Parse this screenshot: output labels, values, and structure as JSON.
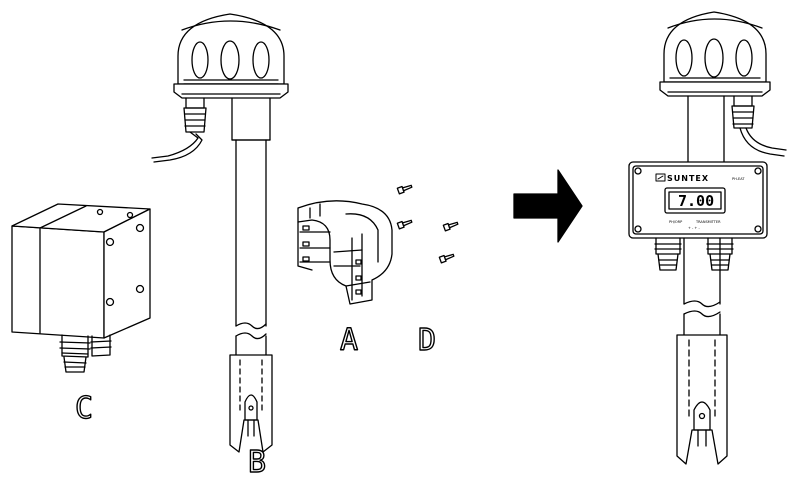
{
  "labels": {
    "part_a": "A",
    "part_b": "B",
    "part_c": "C",
    "part_d": "D"
  },
  "transmitter": {
    "brand": "SUNTEX",
    "model": "PH-EAT",
    "display_value": "7.00",
    "caption_left": "PH/ORP",
    "caption_right": "TRANSMITTER",
    "caption_sub": "+ - + -"
  },
  "colors": {
    "line": "#000000",
    "background": "#ffffff",
    "arrow": "#000000"
  },
  "icons": {
    "arrow": "right-arrow-icon",
    "screw": "screw-icon"
  }
}
